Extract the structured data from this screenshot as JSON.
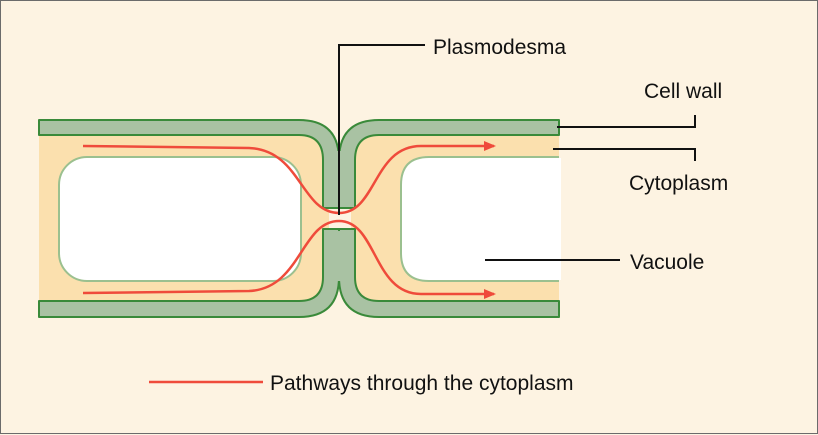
{
  "labels": {
    "plasmodesma": "Plasmodesma",
    "cell_wall": "Cell wall",
    "cytoplasm": "Cytoplasm",
    "vacuole": "Vacuole"
  },
  "legend": {
    "pathways": "Pathways through the cytoplasm"
  },
  "colors": {
    "background": "#fdf3e2",
    "cell_wall_fill": "#a9c2a3",
    "cell_wall_stroke": "#3a8a3a",
    "cytoplasm": "#fbe0ae",
    "vacuole": "#ffffff",
    "pathway": "#ef4b3b",
    "leader_line": "#111111"
  }
}
